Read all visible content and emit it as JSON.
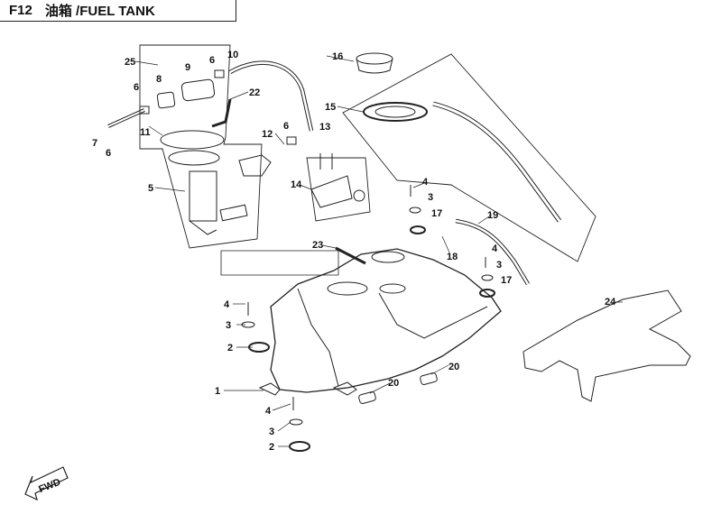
{
  "title": {
    "code": "F12",
    "name": "油箱 /FUEL TANK"
  },
  "fwd_label": "FWD",
  "callouts": [
    {
      "id": "c1",
      "text": "1"
    },
    {
      "id": "c2a",
      "text": "2"
    },
    {
      "id": "c2b",
      "text": "2"
    },
    {
      "id": "c3a",
      "text": "3"
    },
    {
      "id": "c3b",
      "text": "3"
    },
    {
      "id": "c3c",
      "text": "3"
    },
    {
      "id": "c3d",
      "text": "3"
    },
    {
      "id": "c4a",
      "text": "4"
    },
    {
      "id": "c4b",
      "text": "4"
    },
    {
      "id": "c4c",
      "text": "4"
    },
    {
      "id": "c4d",
      "text": "4"
    },
    {
      "id": "c5",
      "text": "5"
    },
    {
      "id": "c6a",
      "text": "6"
    },
    {
      "id": "c6b",
      "text": "6"
    },
    {
      "id": "c6c",
      "text": "6"
    },
    {
      "id": "c6d",
      "text": "6"
    },
    {
      "id": "c7",
      "text": "7"
    },
    {
      "id": "c8",
      "text": "8"
    },
    {
      "id": "c9",
      "text": "9"
    },
    {
      "id": "c10",
      "text": "10"
    },
    {
      "id": "c11",
      "text": "11"
    },
    {
      "id": "c12",
      "text": "12"
    },
    {
      "id": "c13",
      "text": "13"
    },
    {
      "id": "c14",
      "text": "14"
    },
    {
      "id": "c15",
      "text": "15"
    },
    {
      "id": "c16",
      "text": "16"
    },
    {
      "id": "c17a",
      "text": "17"
    },
    {
      "id": "c17b",
      "text": "17"
    },
    {
      "id": "c18",
      "text": "18"
    },
    {
      "id": "c19",
      "text": "19"
    },
    {
      "id": "c20a",
      "text": "20"
    },
    {
      "id": "c20b",
      "text": "20"
    },
    {
      "id": "c22",
      "text": "22"
    },
    {
      "id": "c23",
      "text": "23"
    },
    {
      "id": "c24",
      "text": "24"
    },
    {
      "id": "c25",
      "text": "25"
    }
  ]
}
